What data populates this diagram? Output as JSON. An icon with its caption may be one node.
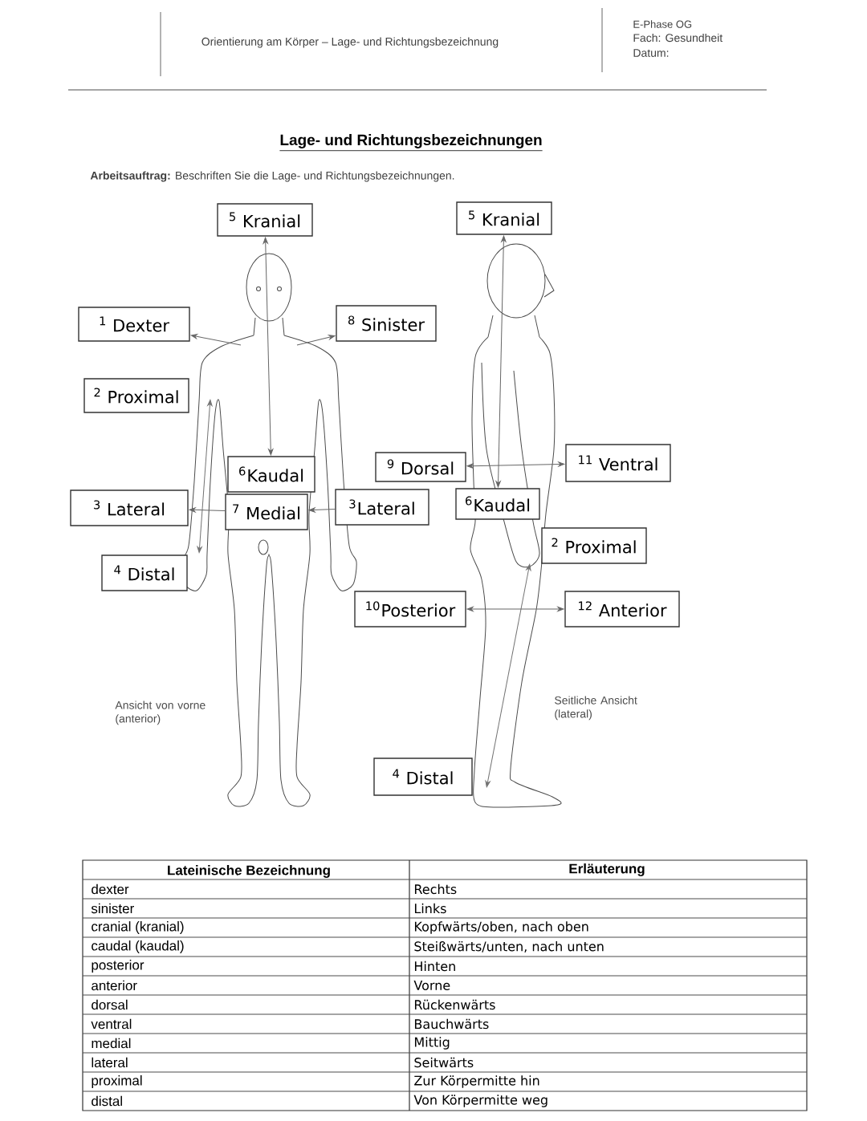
{
  "diagram": {
    "title": "Lage- und Richtungsbezeichnungen",
    "nodes": [
      {
        "text": [
          "$^{5}$ Kranial"
        ]
      },
      {
        "text": [
          "$^{5}$ Kranial"
        ]
      },
      {
        "text": [
          "$^{1}$ Dexter"
        ]
      },
      {
        "text": [
          "$^{8}$ Sinister"
        ]
      },
      {
        "text": [
          "$^{2}$ Proximal"
        ]
      },
      {
        "text": [
          "$^{9}$ Dorsal"
        ]
      },
      {
        "text": [
          "$^{11}$ Ventral"
        ]
      },
      {
        "text": [
          "$^{6}$Kaudal"
        ]
      },
      {
        "text": [
          "$^{3}$ Lateral"
        ]
      },
      {
        "text": [
          "$^{7}$ Medial"
        ]
      },
      {
        "text": [
          "$^{3}$Lateral"
        ]
      },
      {
        "text": [
          "$^{6}$Kaudal"
        ]
      },
      {
        "text": [
          "$^{2}$ Proximal"
        ]
      },
      {
        "text": [
          "$^{4}$ Distal"
        ]
      },
      {
        "text": [
          "$^{10}$Posterior"
        ]
      },
      {
        "text": [
          "$^{12}$ Anterior"
        ]
      },
      {
        "text": [
          "$^{4}$ Distal"
        ]
      }
    ],
    "edges": [
      {
        "from": 0,
        "to": 7,
        "arrow": "both"
      },
      {
        "from": 1,
        "to": 11,
        "arrow": "both"
      },
      {
        "from": null,
        "to": 2,
        "arrow": "to"
      },
      {
        "from": null,
        "to": 3,
        "arrow": "to"
      },
      {
        "from": 9,
        "to": 8,
        "arrow": "to"
      },
      {
        "from": 10,
        "to": 9,
        "arrow": "to"
      },
      {
        "from": 5,
        "to": 6,
        "arrow": "both"
      },
      {
        "from": 14,
        "to": 15,
        "arrow": "both"
      }
    ],
    "labels": [
      "Orientierung am Körper – Lage- und Richtungsbezeichnung",
      "E-Phase OG",
      "Fach: Gesundheit",
      "Datum:",
      "**Arbeitsauftrag:** Beschriften Sie die Lage- und Richtungsbezeichnungen.",
      "Ansicht von vorne (anterior)",
      "Seitliche Ansicht (lateral)",
      "Lateinische Bezeichnung",
      "Erläuterung",
      "dexter",
      "Rechts",
      "sinister",
      "Links",
      "cranial (kranial)",
      "Kopfwärts/oben, nach oben",
      "caudal (kaudal)",
      "Steißwärts/unten, nach unten",
      "posterior",
      "Hinten",
      "anterior",
      "Vorne",
      "dorsal",
      "Rückenwärts",
      "ventral",
      "Bauchwärts",
      "medial",
      "Mittig",
      "lateral",
      "Seitwärts",
      "proximal",
      "Zur Körpermitte hin",
      "distal",
      "Von Körpermitte weg"
    ]
  }
}
